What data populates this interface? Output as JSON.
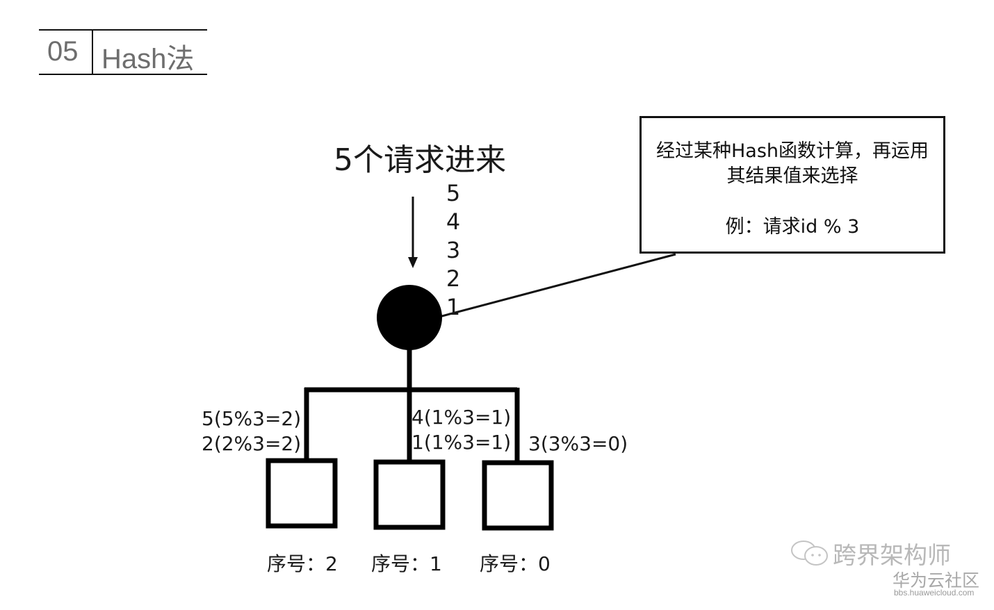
{
  "heading": {
    "number": "05",
    "title": "Hash法"
  },
  "diagram": {
    "title": "5个请求进来",
    "queue": [
      "5",
      "4",
      "3",
      "2",
      "1"
    ],
    "note": {
      "line1": "经过某种Hash函数计算，再运用其结果值来选择",
      "example": "例：请求id % 3"
    },
    "routes": {
      "left": [
        "5(5%3=2)",
        "2(2%3=2)"
      ],
      "middle": [
        "4(1%3=1)",
        "1(1%3=1)"
      ],
      "right": [
        "3(3%3=0)"
      ]
    },
    "servers": [
      {
        "label": "序号：2"
      },
      {
        "label": "序号：1"
      },
      {
        "label": "序号：0"
      }
    ]
  },
  "watermark": {
    "account": "跨界架构师",
    "site": "华为云社区",
    "url": "bbs.huaweicloud.com"
  }
}
